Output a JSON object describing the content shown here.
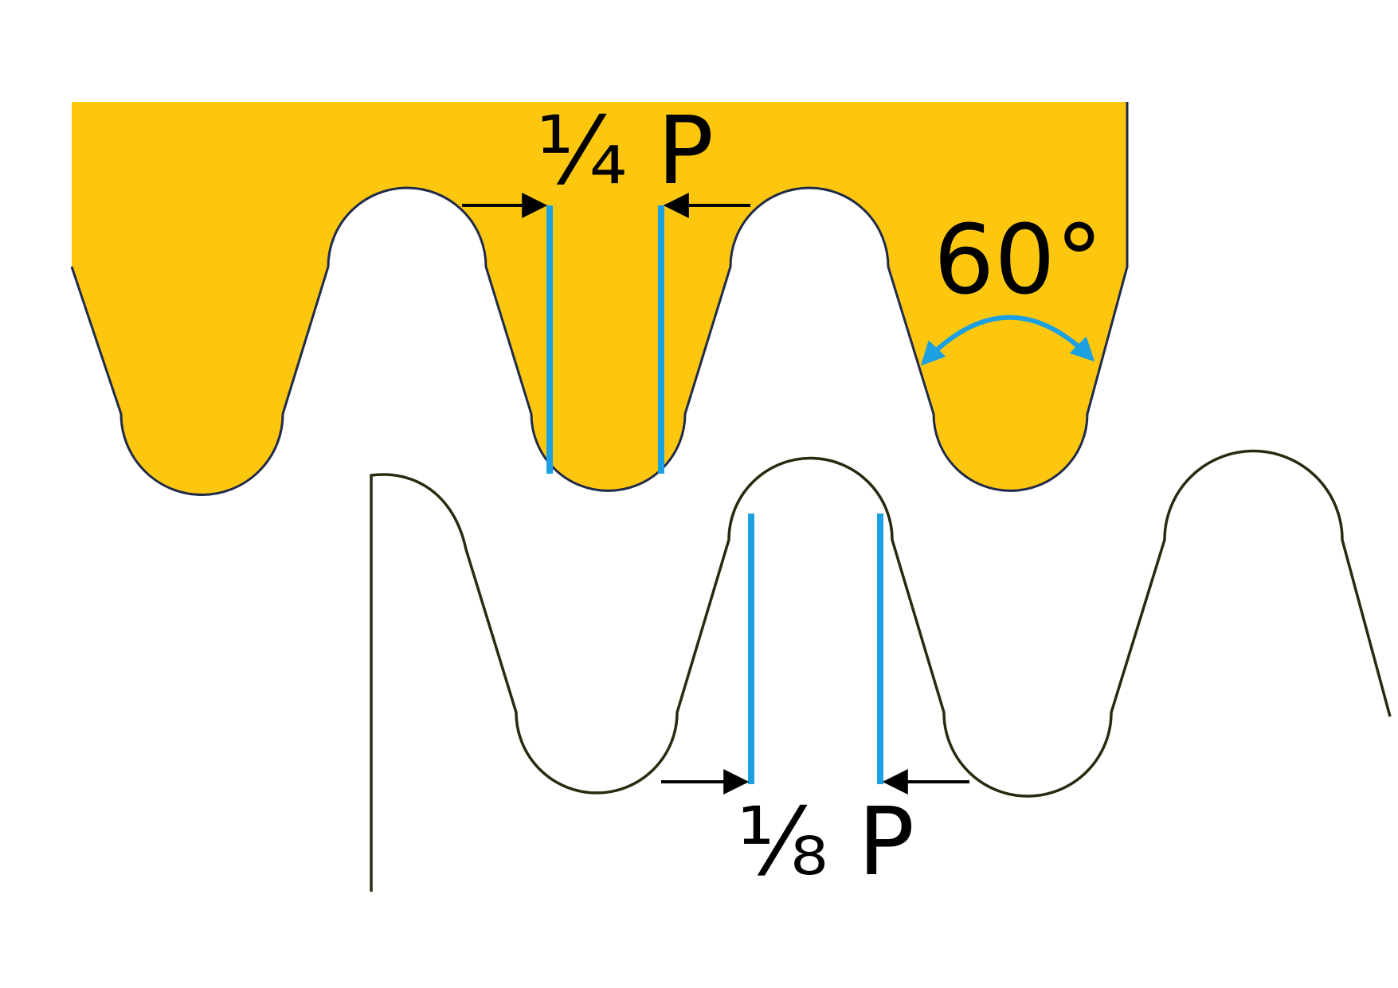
{
  "labels": {
    "internal_width": "¼ P",
    "external_width": "⅛ P",
    "thread_angle": "60°"
  },
  "colors": {
    "internal_fill": "#FDC710",
    "internal_outline": "#1F2A4A",
    "external_outline": "#2A2A10",
    "dimension_line": "#1BA0E1",
    "arrow": "#000000",
    "background": "#FFFFFF"
  },
  "icons": {
    "dimension_arrow": "arrow-head",
    "angle_arrow": "double-headed-arc-arrow"
  }
}
